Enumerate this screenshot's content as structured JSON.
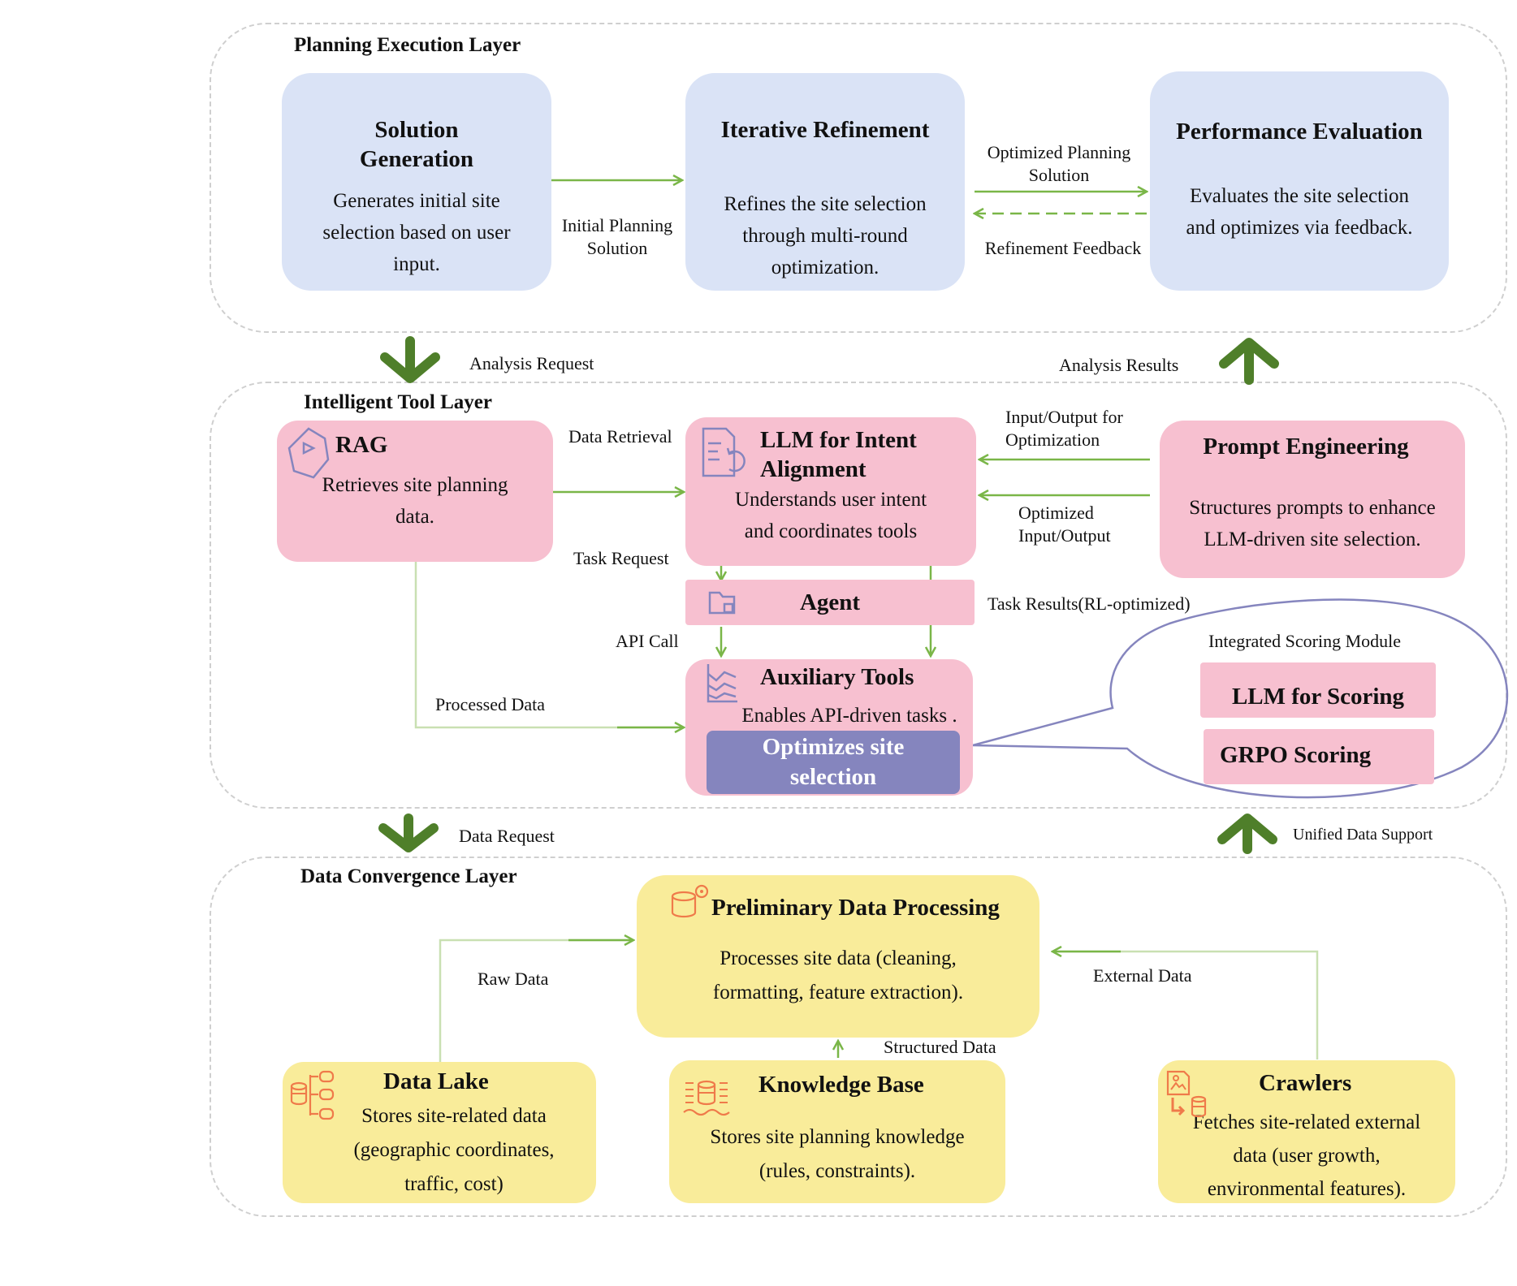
{
  "planning": {
    "title": "Planning Execution Layer",
    "solution": {
      "title": "Solution Generation",
      "desc": "Generates initial site selection based on user input."
    },
    "refinement": {
      "title": "Iterative Refinement",
      "desc": "Refines the site selection through multi-round optimization."
    },
    "evaluation": {
      "title": "Performance Evaluation",
      "desc": "Evaluates the site selection and optimizes via feedback."
    },
    "labels": {
      "initial": "Initial Planning Solution",
      "optimized": "Optimized Planning Solution",
      "feedback": "Refinement Feedback"
    }
  },
  "between1": {
    "request": "Analysis Request",
    "results": "Analysis Results"
  },
  "tool": {
    "title": "Intelligent Tool Layer",
    "rag": {
      "title": "RAG",
      "desc": "Retrieves site planning data."
    },
    "llm": {
      "title": "LLM for Intent Alignment",
      "desc": "Understands user intent and coordinates tools"
    },
    "prompt": {
      "title": "Prompt Engineering",
      "desc": "Structures prompts to enhance LLM-driven site selection."
    },
    "agent": {
      "title": "Agent"
    },
    "aux": {
      "title": "Auxiliary Tools",
      "desc": "Enables API-driven tasks .",
      "highlight": "Optimizes site selection"
    },
    "scoring": {
      "title": "Integrated Scoring Module",
      "llm": "LLM for Scoring",
      "grpo": "GRPO Scoring"
    },
    "labels": {
      "retrieval": "Data Retrieval",
      "io_opt": "Input/Output for Optimization",
      "opt_io": "Optimized Input/Output",
      "task_request": "Task Request",
      "task_results": "Task Results(RL-optimized)",
      "api_call": "API Call",
      "processed": "Processed Data"
    }
  },
  "between2": {
    "request": "Data Request",
    "support": "Unified Data Support"
  },
  "data": {
    "title": "Data Convergence Layer",
    "prelim": {
      "title": "Preliminary Data Processing",
      "desc": "Processes site data (cleaning, formatting, feature extraction)."
    },
    "lake": {
      "title": "Data Lake",
      "desc": "Stores site-related data (geographic coordinates, traffic, cost)"
    },
    "kb": {
      "title": "Knowledge Base",
      "desc": "Stores site planning knowledge (rules, constraints)."
    },
    "crawlers": {
      "title": "Crawlers",
      "desc": "Fetches site-related external data (user growth, environmental features)."
    },
    "labels": {
      "raw": "Raw Data",
      "structured": "Structured Data",
      "external": "External Data"
    }
  },
  "colors": {
    "arrow": "#7ab648",
    "bigArrow": "#4f7f2a",
    "blue": "#dae3f6",
    "pink": "#f7c0d0",
    "yellow": "#f9ec9a",
    "purple": "#8585be"
  }
}
